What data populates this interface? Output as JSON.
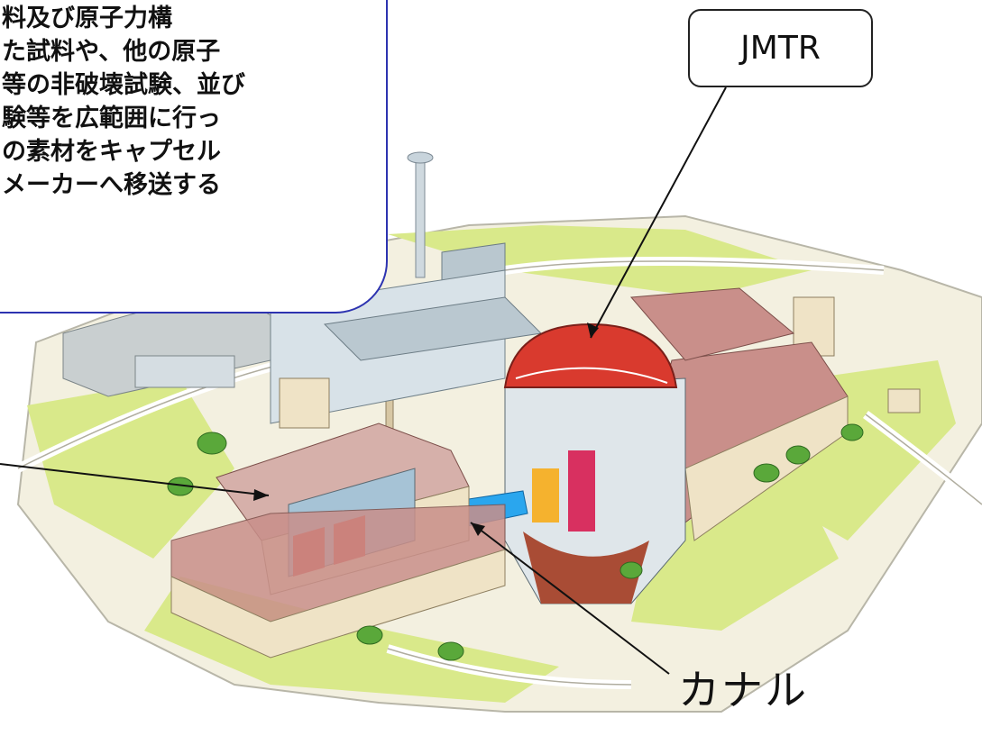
{
  "callout": {
    "lines": [
      "料及び原子力構",
      "た試料や、他の原子",
      "等の非破壊試験、並び",
      "験等を広範囲に行っ",
      "の素材をキャプセル",
      "メーカーへ移送する"
    ]
  },
  "labels": {
    "jmtr": "JMTR",
    "canal": "カナル"
  },
  "colors": {
    "callout_border": "#2d33b0",
    "dome_red": "#d93a2e",
    "roof_pink": "#c98f8a",
    "wall_cream": "#efe3c6",
    "ground_green": "#d9e98a",
    "canal_blue": "#2aa6ee"
  }
}
